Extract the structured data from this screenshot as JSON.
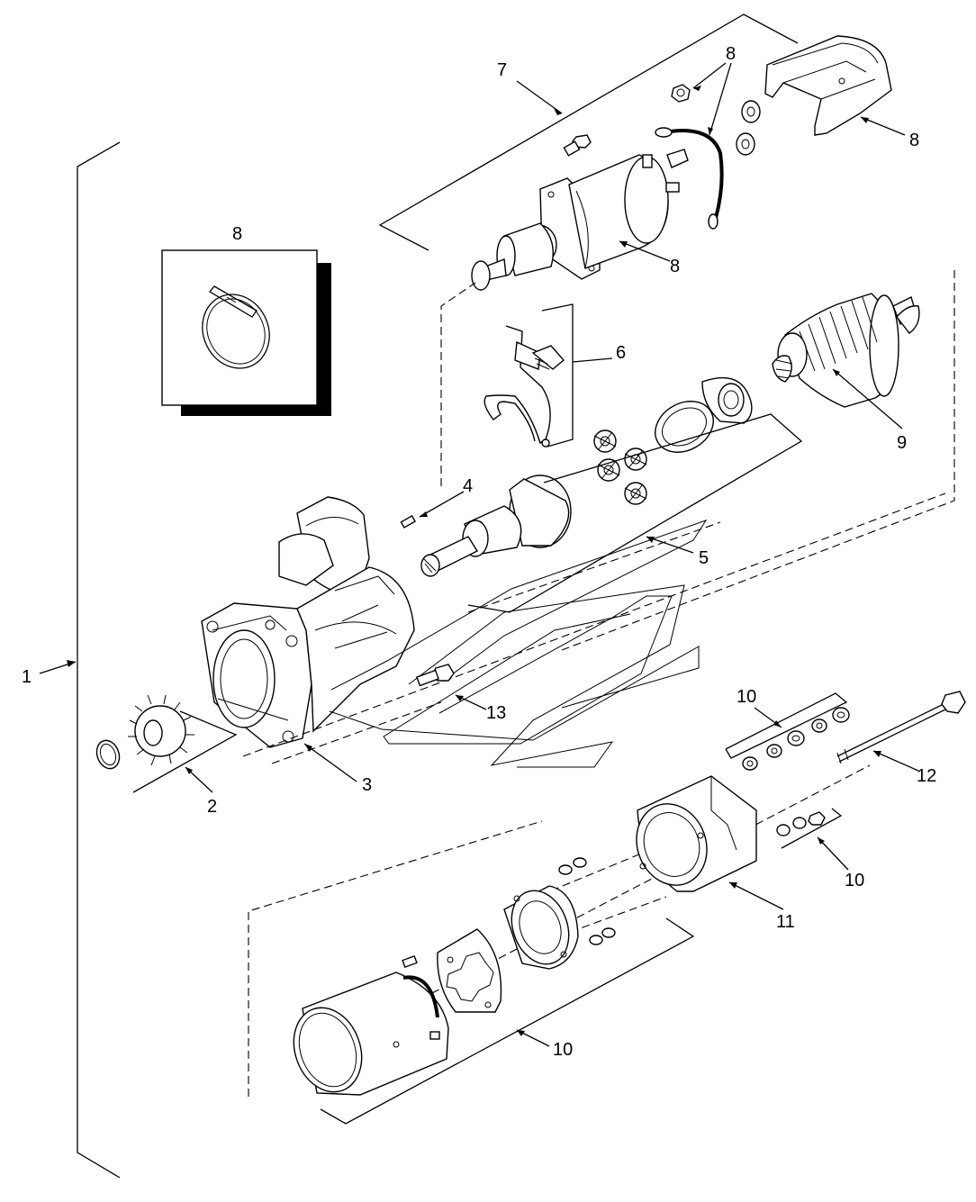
{
  "diagram": {
    "callouts": [
      {
        "id": "c1",
        "text": "1"
      },
      {
        "id": "c2",
        "text": "2"
      },
      {
        "id": "c3",
        "text": "3"
      },
      {
        "id": "c4",
        "text": "4"
      },
      {
        "id": "c5",
        "text": "5"
      },
      {
        "id": "c6",
        "text": "6"
      },
      {
        "id": "c7",
        "text": "7"
      },
      {
        "id": "c8a",
        "text": "8"
      },
      {
        "id": "c8b",
        "text": "8"
      },
      {
        "id": "c8c",
        "text": "8"
      },
      {
        "id": "c8d",
        "text": "8"
      },
      {
        "id": "c9",
        "text": "9"
      },
      {
        "id": "c10a",
        "text": "10"
      },
      {
        "id": "c10b",
        "text": "10"
      },
      {
        "id": "c10c",
        "text": "10"
      },
      {
        "id": "c11",
        "text": "11"
      },
      {
        "id": "c12",
        "text": "12"
      },
      {
        "id": "c13",
        "text": "13"
      }
    ]
  }
}
